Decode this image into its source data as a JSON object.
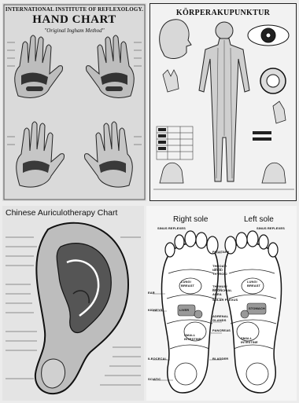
{
  "hand_chart": {
    "org": "INTERNATIONAL INSTITUTE OF REFLEXOLOGY.",
    "title": "HAND CHART",
    "subtitle": "\"Original Ingham Method\""
  },
  "body_chart": {
    "title": "KÖRPERAKUPUNKTUR"
  },
  "ear_chart": {
    "title": "Chinese Auriculotherapy Chart"
  },
  "sole_chart": {
    "right_label": "Right sole",
    "left_label": "Left sole",
    "labels": {
      "sinus_r": "SINUS REFLEXES",
      "sinus_l": "SINUS REFLEXES",
      "pituitary": "PITUITARY",
      "throat": "THROAT/ NECK/ THYROID",
      "lung_r": "LUNG/ BREAST",
      "lung_l": "LUNG/ BREAST",
      "thymus": "THYMUS/ BRONCHIAL AREA",
      "solar": "SOLAR PLEXUS",
      "liver": "LIVER",
      "stomach": "STOMACH",
      "adrenal": "ADRENAL GLANDS",
      "pancreas": "PANCREAS",
      "kidneys": "KIDNEYS",
      "small_r": "SMALL INTESTINE",
      "small_l": "SMALL INTESTINE",
      "ileocecal": "ILEOCECAL",
      "bladder": "BLADDER",
      "sciatic": "SCIATIC",
      "ear": "EAR"
    }
  }
}
